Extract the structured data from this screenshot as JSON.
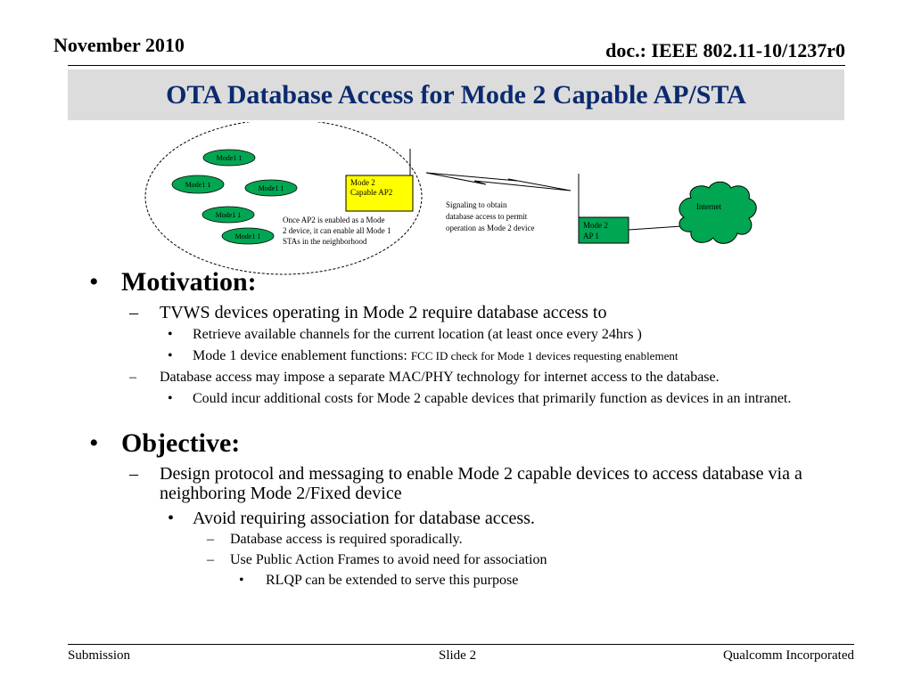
{
  "header": {
    "date": "November 2010",
    "doc": "doc.: IEEE 802.11-10/1237r0"
  },
  "title": "OTA Database Access for Mode 2 Capable AP/STA",
  "diagram": {
    "mode1_label": "Mode1 1",
    "ap2_line1": "Mode 2",
    "ap2_line2": "Capable AP2",
    "note_lines": [
      "Once AP2 is enabled as a Mode",
      "2 device, it can enable all Mode 1",
      "STAs in the neighborhood"
    ],
    "signal_lines": [
      "Signaling to obtain",
      "database access to permit",
      "operation as Mode 2 device"
    ],
    "ap1_line1": "Mode 2",
    "ap1_line2": "AP 1",
    "internet": "Internet",
    "colors": {
      "node_fill": "#00a651",
      "ap2_fill": "#ffff00",
      "ap1_fill": "#00a651",
      "cloud_fill": "#00a651"
    }
  },
  "motivation": {
    "heading": "Motivation:",
    "item1": "TVWS devices operating in Mode 2 require database access to",
    "item1_sub1": "Retrieve available channels for the current location (at least once every 24hrs )",
    "item1_sub2_a": "Mode 1 device enablement functions: ",
    "item1_sub2_b": "FCC ID check for Mode 1 devices requesting enablement",
    "item2": "Database access may impose a separate MAC/PHY technology  for internet access to the database.",
    "item2_sub1": "Could incur additional costs for Mode 2 capable devices that primarily function as devices in an intranet."
  },
  "objective": {
    "heading": "Objective:",
    "item1": "Design protocol and messaging to enable Mode 2 capable devices to access database via a neighboring Mode 2/Fixed device",
    "item1_sub1": "Avoid requiring association for database access.",
    "item1_sub1_a": "Database access is required sporadically.",
    "item1_sub1_b": "Use Public Action Frames to avoid need for association",
    "item1_sub1_b_i": "RLQP can be extended to serve this purpose"
  },
  "footer": {
    "left": "Submission",
    "middle": "Slide 2",
    "right": "Qualcomm Incorporated"
  }
}
